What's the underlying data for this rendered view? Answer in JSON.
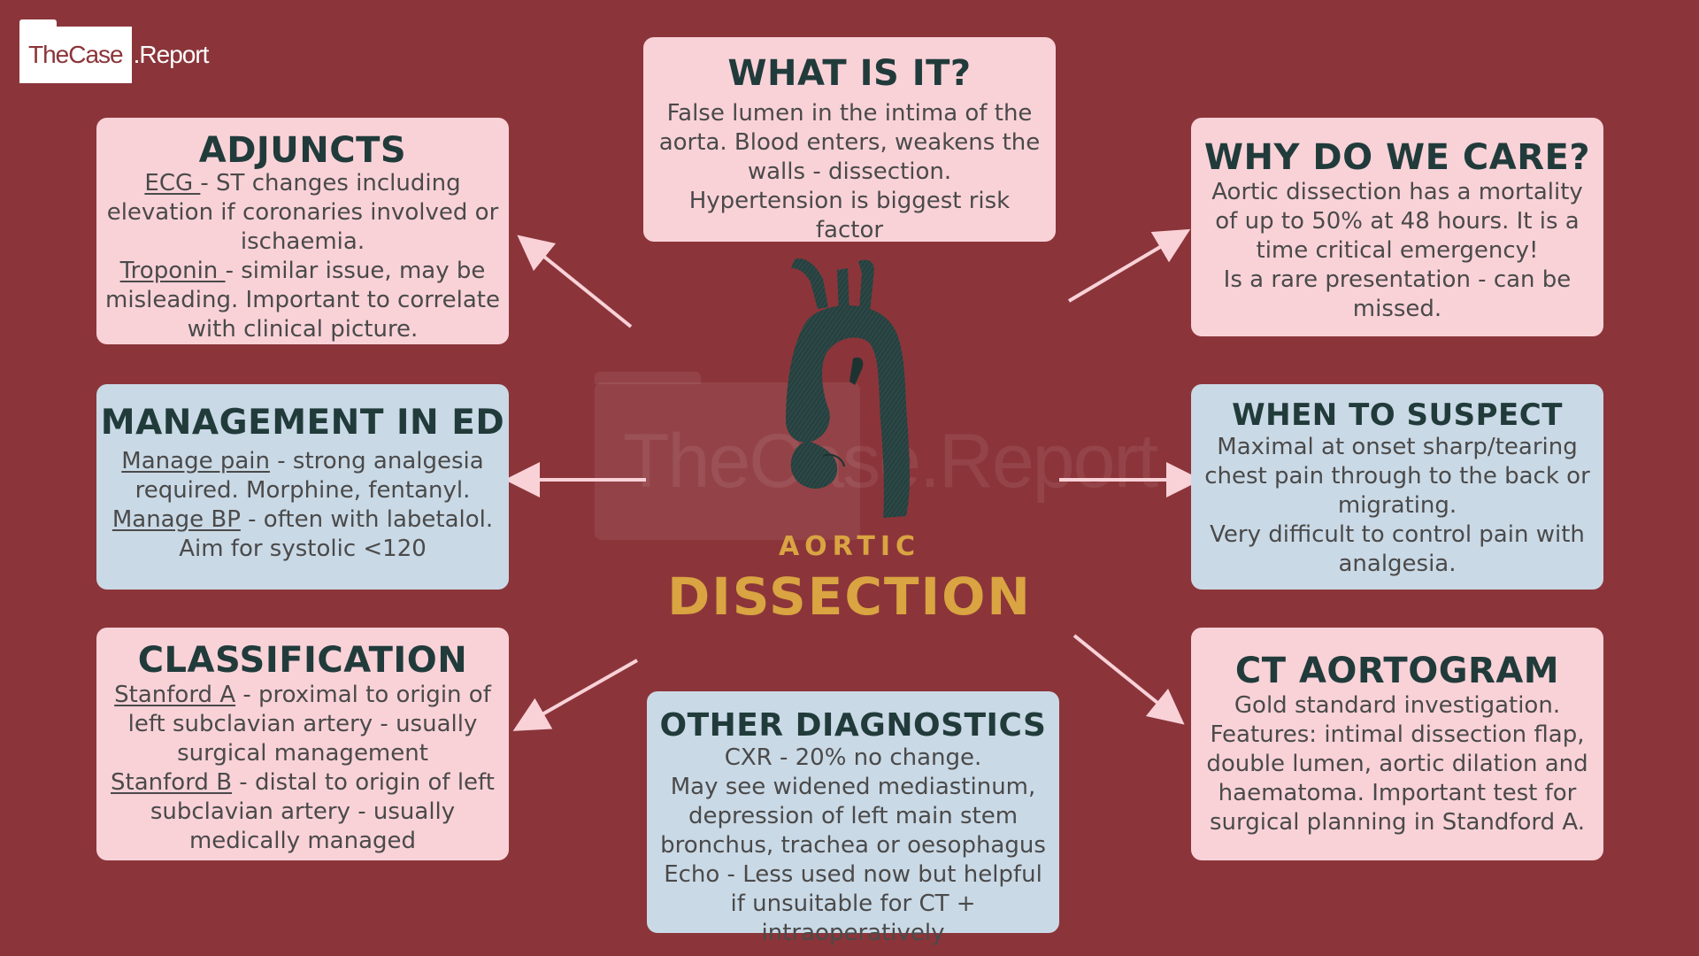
{
  "logo": {
    "part1": "TheCase",
    "part2": ".Report"
  },
  "watermark": {
    "text": "TheCase.Report"
  },
  "center": {
    "subtitle": "AORTIC",
    "title": "DISSECTION"
  },
  "cards": {
    "what": {
      "title": "WHAT IS IT?",
      "lines": [
        "False lumen in the intima of the aorta. Blood enters, weakens the walls - dissection.",
        "Hypertension is biggest risk factor"
      ]
    },
    "why": {
      "title": "WHY DO WE CARE?",
      "lines": [
        "Aortic dissection has a mortality of up to 50% at 48 hours. It is a time critical emergency!",
        "Is a rare presentation - can be missed."
      ]
    },
    "adjuncts": {
      "title": "ADJUNCTS",
      "items": [
        {
          "label": "ECG ",
          "text": "- ST changes including elevation if coronaries involved or ischaemia."
        },
        {
          "label": "Troponin ",
          "text": "- similar issue, may be misleading. Important to correlate with clinical picture."
        }
      ]
    },
    "management": {
      "title": "MANAGEMENT IN ED",
      "items": [
        {
          "label": "Manage pain",
          "text": " - strong analgesia required. Morphine, fentanyl."
        },
        {
          "label": "Manage BP",
          "text": " - often with labetalol. Aim for systolic <120"
        }
      ]
    },
    "suspect": {
      "title": "WHEN TO SUSPECT",
      "lines": [
        "Maximal at onset sharp/tearing chest pain through to the back or migrating.",
        "Very difficult to control pain with analgesia."
      ]
    },
    "classification": {
      "title": "CLASSIFICATION",
      "items": [
        {
          "label": "Stanford A",
          "text": " - proximal to origin of left subclavian artery - usually surgical management"
        },
        {
          "label": "Stanford B",
          "text": " - distal to origin of left subclavian artery - usually medically managed"
        }
      ]
    },
    "ct": {
      "title": "CT AORTOGRAM",
      "lines": [
        "Gold standard investigation. Features: intimal dissection flap, double lumen, aortic dilation and haematoma. Important test for surgical planning in Standford A."
      ]
    },
    "other": {
      "title": "OTHER DIAGNOSTICS",
      "lines": [
        "CXR - 20% no change.",
        "May see widened mediastinum, depression of left main stem bronchus, trachea or oesophagus",
        "Echo - Less used now but helpful if unsuitable for CT + intraoperatively"
      ]
    }
  },
  "colors": {
    "background": "#8b353a",
    "pink_card": "#f9d2d8",
    "blue_card": "#cad9e6",
    "heading": "#213b3b",
    "accent_gold": "#d9a441",
    "arrow": "#f9d2d8"
  }
}
